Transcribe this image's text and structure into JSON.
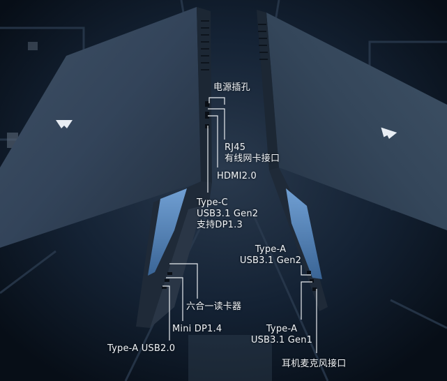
{
  "colors": {
    "background": "#0b1522",
    "laptop_lid": "#364659",
    "laptop_edge": "#1a2432",
    "keyboard_backlight": "#6ea8e8",
    "callout_line": "#e8ecf0",
    "label_text": "#f2f5f8"
  },
  "icons": {
    "left_laptop_logo": "thunderobot-logo",
    "right_laptop_logo": "thunderobot-logo"
  },
  "ports": {
    "power_jack": "电源插孔",
    "rj45_line1": "RJ45",
    "rj45_line2": "有线网卡接口",
    "hdmi": "HDMI2.0",
    "type_c_line1": "Type-C",
    "type_c_line2": "USB3.1 Gen2",
    "type_c_line3": "支持DP1.3",
    "card_reader": "六合一读卡器",
    "mini_dp": "Mini DP1.4",
    "type_a_usb2": "Type-A USB2.0",
    "type_a_gen2_line1": "Type-A",
    "type_a_gen2_line2": "USB3.1 Gen2",
    "type_a_gen1_line1": "Type-A",
    "type_a_gen1_line2": "USB3.1 Gen1",
    "audio_jack": "耳机麦克风接口"
  }
}
